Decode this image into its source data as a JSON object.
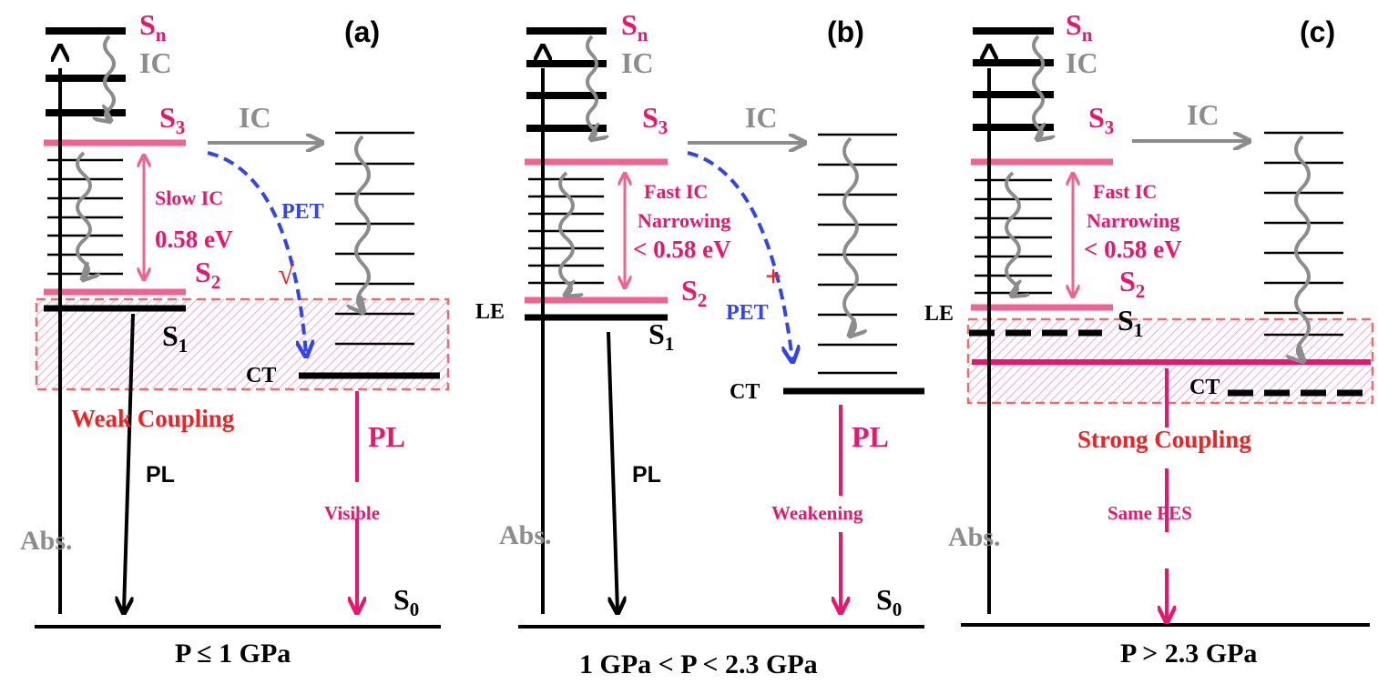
{
  "colors": {
    "black": "#000000",
    "pink_level": "#f06292",
    "magenta": "#e8176d",
    "gray": "#8c8c8c",
    "blue": "#3344ee",
    "red": "#ee2222",
    "hatch": "#f3a6d8",
    "box_border": "#f06a6a"
  },
  "panels": [
    {
      "letter": "(a)",
      "sn_main": "S",
      "sn_sub": "n",
      "ic_top": "IC",
      "s3_main": "S",
      "s3_sub": "3",
      "ic_mid": "IC",
      "gap_line1": "Slow IC",
      "gap_line2": "0.58 eV",
      "gap_line3": "",
      "pet": "PET",
      "pet_mark": "√",
      "s2_main": "S",
      "s2_sub": "2",
      "le": "",
      "s1_main": "S",
      "s1_sub": "1",
      "ct": "CT",
      "coupling": "Weak Coupling",
      "pl_left": "PL",
      "pl_right": "PL",
      "pl_note": "Visible",
      "abs": "Abs.",
      "s0_main": "S",
      "s0_sub": "0",
      "pressure": "P ≤ 1 GPa"
    },
    {
      "letter": "(b)",
      "sn_main": "S",
      "sn_sub": "n",
      "ic_top": "IC",
      "s3_main": "S",
      "s3_sub": "3",
      "ic_mid": "IC",
      "gap_line1": "Fast IC",
      "gap_line2": "Narrowing",
      "gap_line3": "< 0.58 eV",
      "pet": "PET",
      "pet_mark": "+",
      "s2_main": "S",
      "s2_sub": "2",
      "le": "LE",
      "s1_main": "S",
      "s1_sub": "1",
      "ct": "CT",
      "coupling": "",
      "pl_left": "PL",
      "pl_right": "PL",
      "pl_note": "Weakening",
      "abs": "Abs.",
      "s0_main": "S",
      "s0_sub": "0",
      "pressure": "1 GPa < P < 2.3 GPa"
    },
    {
      "letter": "(c)",
      "sn_main": "S",
      "sn_sub": "n",
      "ic_top": "IC",
      "s3_main": "S",
      "s3_sub": "3",
      "ic_mid": "IC",
      "gap_line1": "Fast IC",
      "gap_line2": "Narrowing",
      "gap_line3": "< 0.58 eV",
      "pet": "",
      "pet_mark": "",
      "s2_main": "S",
      "s2_sub": "2",
      "le": "LE",
      "s1_main": "S",
      "s1_sub": "1",
      "ct": "CT",
      "coupling": "Strong Coupling",
      "pl_left": "",
      "pl_right": "",
      "pl_note": "Same PES",
      "abs": "Abs.",
      "s0_main": "",
      "s0_sub": "",
      "pressure": "P > 2.3 GPa"
    }
  ]
}
